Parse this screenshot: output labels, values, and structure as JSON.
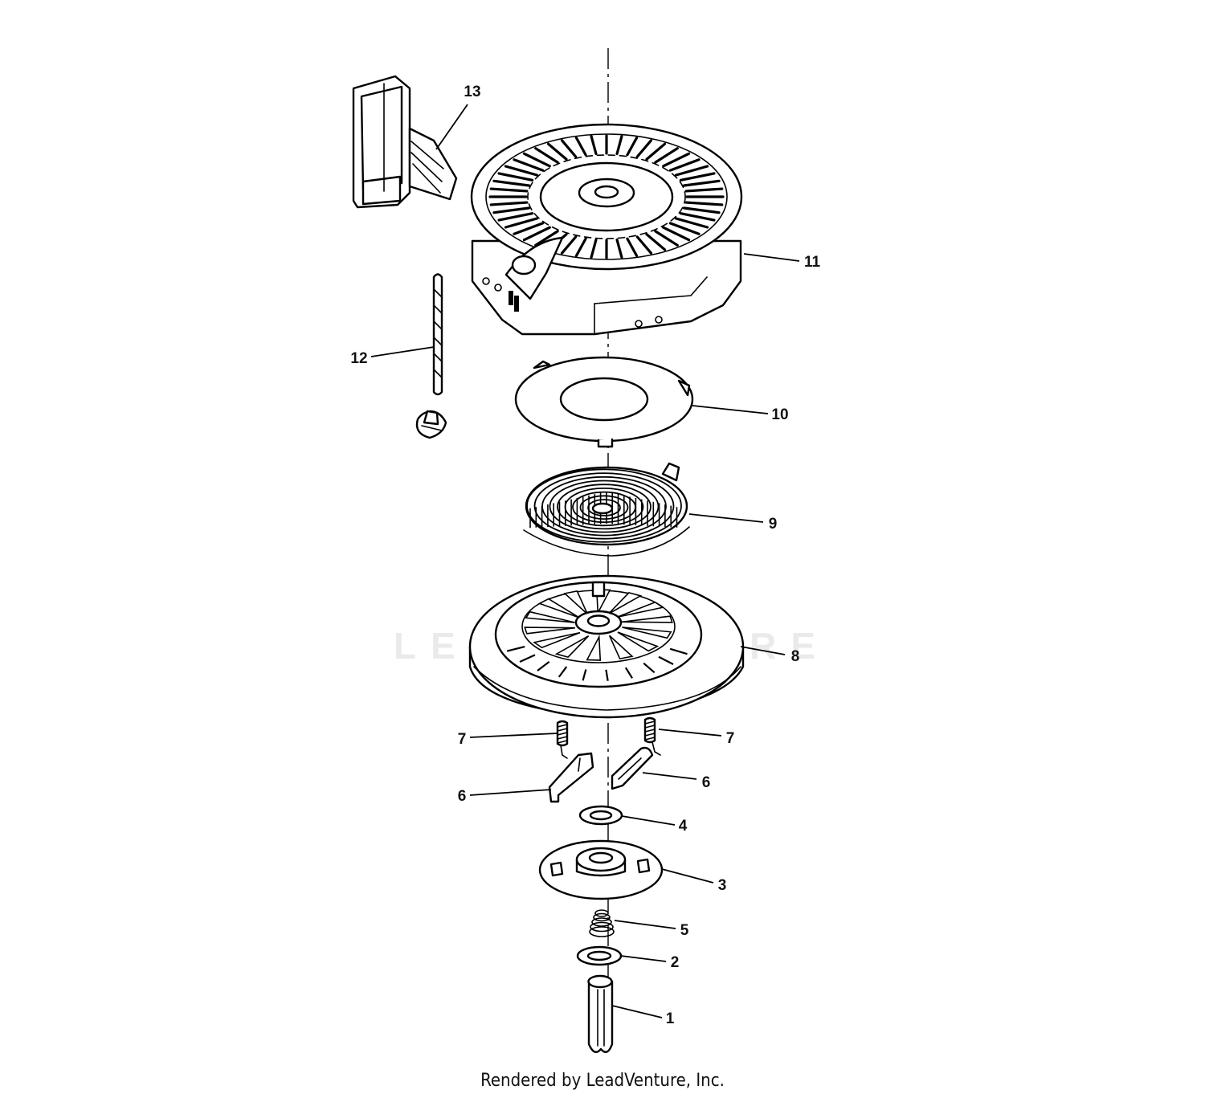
{
  "diagram": {
    "callouts": [
      {
        "id": "callout-1",
        "label": "1"
      },
      {
        "id": "callout-2",
        "label": "2"
      },
      {
        "id": "callout-3",
        "label": "3"
      },
      {
        "id": "callout-4",
        "label": "4"
      },
      {
        "id": "callout-5",
        "label": "5"
      },
      {
        "id": "callout-6-left",
        "label": "6"
      },
      {
        "id": "callout-6-right",
        "label": "6"
      },
      {
        "id": "callout-7-left",
        "label": "7"
      },
      {
        "id": "callout-7-right",
        "label": "7"
      },
      {
        "id": "callout-8",
        "label": "8"
      },
      {
        "id": "callout-9",
        "label": "9"
      },
      {
        "id": "callout-10",
        "label": "10"
      },
      {
        "id": "callout-11",
        "label": "11"
      },
      {
        "id": "callout-12",
        "label": "12"
      },
      {
        "id": "callout-13",
        "label": "13"
      }
    ],
    "watermark": "LEADVENTURE",
    "footer": "Rendered by LeadVenture, Inc."
  },
  "colors": {
    "line": "#000000",
    "background": "#ffffff"
  }
}
